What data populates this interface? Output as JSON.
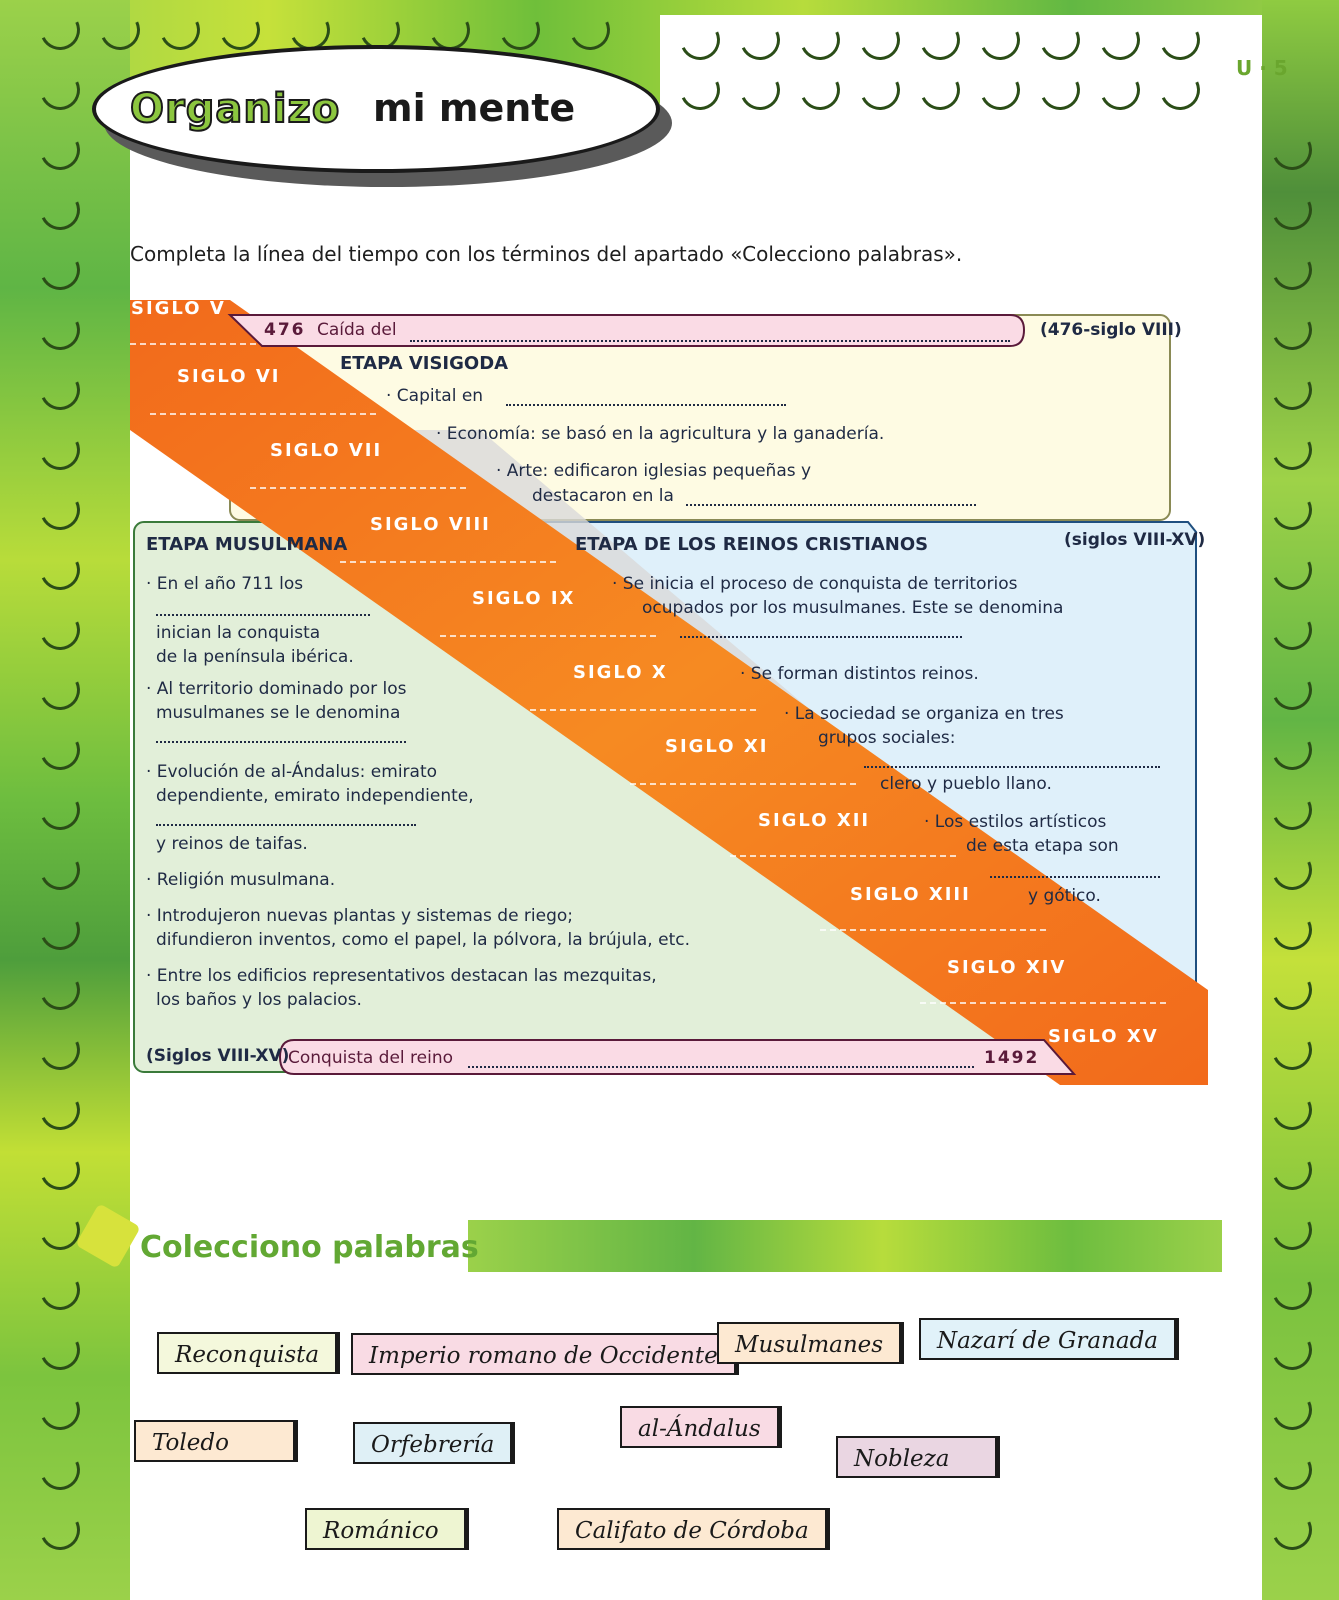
{
  "header": {
    "unit": "U · 5",
    "title_part1": "Organizo",
    "title_part2": "mi mente"
  },
  "instruction": "Completa la línea del tiempo con los términos del apartado «Colecciono palabras».",
  "timeline": {
    "centuries": [
      "SIGLO V",
      "SIGLO VI",
      "SIGLO VII",
      "SIGLO VIII",
      "SIGLO IX",
      "SIGLO X",
      "SIGLO XI",
      "SIGLO XII",
      "SIGLO XIII",
      "SIGLO XIV",
      "SIGLO XV"
    ],
    "top_event": {
      "year": "476",
      "text": "Caída del",
      "range": "(476-siglo VIII)"
    },
    "bottom_event": {
      "range": "(Siglos VIII-XV)",
      "text": "Conquista del reino",
      "year": "1492"
    },
    "visigoda": {
      "heading": "ETAPA VISIGODA",
      "capital": "· Capital en",
      "economia": "· Economía: se basó en la agricultura y la ganadería.",
      "arte1": "· Arte: edificaron iglesias pequeñas y",
      "arte2": "destacaron en la"
    },
    "musulmana": {
      "heading": "ETAPA MUSULMANA",
      "l1": "· En el año 711 los",
      "l2": "inician la conquista",
      "l3": "de la península ibérica.",
      "l4": "· Al territorio dominado por los",
      "l5": "musulmanes se le denomina",
      "l6": "· Evolución de al-Ándalus: emirato",
      "l7": "dependiente, emirato independiente,",
      "l8": "y reinos de taifas.",
      "l9": "· Religión musulmana.",
      "l10": "· Introdujeron nuevas plantas y sistemas de riego;",
      "l11": "difundieron inventos, como el papel, la pólvora, la brújula, etc.",
      "l12": "· Entre los edificios representativos destacan las mezquitas,",
      "l13": "los baños y los palacios."
    },
    "cristianos": {
      "heading": "ETAPA DE LOS REINOS CRISTIANOS",
      "range": "(siglos VIII-XV)",
      "l1": "· Se inicia el proceso de conquista de territorios",
      "l2": "ocupados por los musulmanes. Este se denomina",
      "l3": "· Se forman distintos reinos.",
      "l4": "· La sociedad se organiza en tres",
      "l5": "grupos sociales:",
      "l6": "clero y pueblo llano.",
      "l7": "· Los estilos artísticos",
      "l8": "de esta etapa son",
      "l9": "y gótico."
    }
  },
  "palabras": {
    "title": "Colecciono palabras",
    "words": [
      "Reconquista",
      "Imperio romano de Occidente",
      "Musulmanes",
      "Nazarí de Granada",
      "Toledo",
      "Orfebrería",
      "al-Ándalus",
      "Nobleza",
      "Románico",
      "Califato de Córdoba"
    ],
    "colors": [
      "#f4f8dc",
      "#f9dbe4",
      "#fde9d2",
      "#e1f2f9",
      "#fde9d2",
      "#dff0f6",
      "#f9dbe4",
      "#ead6e2",
      "#eef5d2",
      "#fde9d2"
    ]
  }
}
